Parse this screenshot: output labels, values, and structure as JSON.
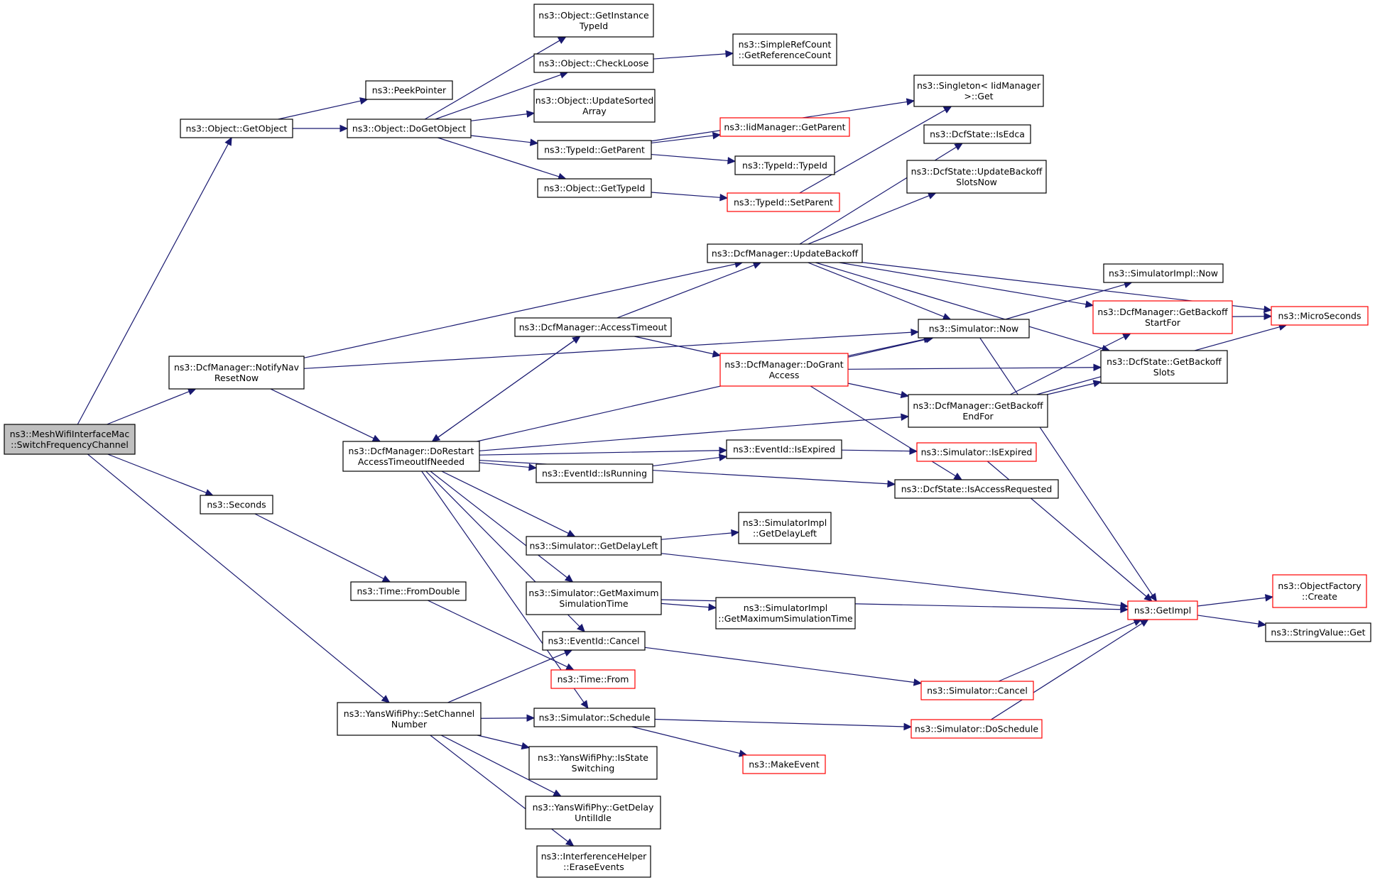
{
  "diagram": {
    "colors": {
      "edge": "#191970",
      "node_border": "#000000",
      "truncated_node_border": "#ff0000",
      "root_fill": "#bfbfbf",
      "background": "#ffffff"
    },
    "nodes": [
      {
        "id": "root",
        "lines": [
          "ns3::MeshWifiInterfaceMac",
          "::SwitchFrequencyChannel"
        ],
        "style": "root"
      },
      {
        "id": "getobject",
        "lines": [
          "ns3::Object::GetObject"
        ],
        "style": "normal"
      },
      {
        "id": "peekpointer",
        "lines": [
          "ns3::PeekPointer"
        ],
        "style": "normal"
      },
      {
        "id": "dogetobject",
        "lines": [
          "ns3::Object::DoGetObject"
        ],
        "style": "normal"
      },
      {
        "id": "getinstancetypeid",
        "lines": [
          "ns3::Object::GetInstance",
          "TypeId"
        ],
        "style": "normal"
      },
      {
        "id": "checkloose",
        "lines": [
          "ns3::Object::CheckLoose"
        ],
        "style": "normal"
      },
      {
        "id": "getreferencecount",
        "lines": [
          "ns3::SimpleRefCount",
          "::GetReferenceCount"
        ],
        "style": "normal"
      },
      {
        "id": "updatesortedarray",
        "lines": [
          "ns3::Object::UpdateSorted",
          "Array"
        ],
        "style": "normal"
      },
      {
        "id": "typeidgetparent",
        "lines": [
          "ns3::TypeId::GetParent"
        ],
        "style": "normal"
      },
      {
        "id": "objectgettypeid",
        "lines": [
          "ns3::Object::GetTypeId"
        ],
        "style": "normal"
      },
      {
        "id": "singletonget",
        "lines": [
          "ns3::Singleton< IidManager",
          ">::Get"
        ],
        "style": "normal"
      },
      {
        "id": "iidgetparent",
        "lines": [
          "ns3::IidManager::GetParent"
        ],
        "style": "truncated"
      },
      {
        "id": "typeidtypeid",
        "lines": [
          "ns3::TypeId::TypeId"
        ],
        "style": "normal"
      },
      {
        "id": "typeidsetparent",
        "lines": [
          "ns3::TypeId::SetParent"
        ],
        "style": "truncated"
      },
      {
        "id": "isedca",
        "lines": [
          "ns3::DcfState::IsEdca"
        ],
        "style": "normal"
      },
      {
        "id": "updatebackoffslotsnow",
        "lines": [
          "ns3::DcfState::UpdateBackoff",
          "SlotsNow"
        ],
        "style": "normal"
      },
      {
        "id": "updatebackoff",
        "lines": [
          "ns3::DcfManager::UpdateBackoff"
        ],
        "style": "normal"
      },
      {
        "id": "simimplnow",
        "lines": [
          "ns3::SimulatorImpl::Now"
        ],
        "style": "normal"
      },
      {
        "id": "getbackoffstartfor",
        "lines": [
          "ns3::DcfManager::GetBackoff",
          "StartFor"
        ],
        "style": "truncated"
      },
      {
        "id": "microseconds",
        "lines": [
          "ns3::MicroSeconds"
        ],
        "style": "truncated"
      },
      {
        "id": "simulatornow",
        "lines": [
          "ns3::Simulator::Now"
        ],
        "style": "normal"
      },
      {
        "id": "accesstimeout",
        "lines": [
          "ns3::DcfManager::AccessTimeout"
        ],
        "style": "normal"
      },
      {
        "id": "notifynavresetnow",
        "lines": [
          "ns3::DcfManager::NotifyNav",
          "ResetNow"
        ],
        "style": "normal"
      },
      {
        "id": "dograntaccess",
        "lines": [
          "ns3::DcfManager::DoGrant",
          "Access"
        ],
        "style": "truncated"
      },
      {
        "id": "getbackoffslots",
        "lines": [
          "ns3::DcfState::GetBackoff",
          "Slots"
        ],
        "style": "normal"
      },
      {
        "id": "getbackoffendfor",
        "lines": [
          "ns3::DcfManager::GetBackoff",
          "EndFor"
        ],
        "style": "normal"
      },
      {
        "id": "dorestart",
        "lines": [
          "ns3::DcfManager::DoRestart",
          "AccessTimeoutIfNeeded"
        ],
        "style": "normal"
      },
      {
        "id": "eventidisexpired",
        "lines": [
          "ns3::EventId::IsExpired"
        ],
        "style": "normal"
      },
      {
        "id": "simisexpired",
        "lines": [
          "ns3::Simulator::IsExpired"
        ],
        "style": "truncated"
      },
      {
        "id": "isrunning",
        "lines": [
          "ns3::EventId::IsRunning"
        ],
        "style": "normal"
      },
      {
        "id": "isaccessrequested",
        "lines": [
          "ns3::DcfState::IsAccessRequested"
        ],
        "style": "normal"
      },
      {
        "id": "seconds",
        "lines": [
          "ns3::Seconds"
        ],
        "style": "normal"
      },
      {
        "id": "getdelayleft",
        "lines": [
          "ns3::Simulator::GetDelayLeft"
        ],
        "style": "normal"
      },
      {
        "id": "simimplgetdelayleft",
        "lines": [
          "ns3::SimulatorImpl",
          "::GetDelayLeft"
        ],
        "style": "normal"
      },
      {
        "id": "getmaxsimtime",
        "lines": [
          "ns3::Simulator::GetMaximum",
          "SimulationTime"
        ],
        "style": "normal"
      },
      {
        "id": "simimplgetmaxsimtime",
        "lines": [
          "ns3::SimulatorImpl",
          "::GetMaximumSimulationTime"
        ],
        "style": "normal"
      },
      {
        "id": "getimpl",
        "lines": [
          "ns3::GetImpl"
        ],
        "style": "truncated"
      },
      {
        "id": "objectfactorycreate",
        "lines": [
          "ns3::ObjectFactory",
          "::Create"
        ],
        "style": "truncated"
      },
      {
        "id": "stringvalueget",
        "lines": [
          "ns3::StringValue::Get"
        ],
        "style": "normal"
      },
      {
        "id": "fromdouble",
        "lines": [
          "ns3::Time::FromDouble"
        ],
        "style": "normal"
      },
      {
        "id": "eventidcancel",
        "lines": [
          "ns3::EventId::Cancel"
        ],
        "style": "normal"
      },
      {
        "id": "timefrom",
        "lines": [
          "ns3::Time::From"
        ],
        "style": "truncated"
      },
      {
        "id": "simcancel",
        "lines": [
          "ns3::Simulator::Cancel"
        ],
        "style": "truncated"
      },
      {
        "id": "setchannelnumber",
        "lines": [
          "ns3::YansWifiPhy::SetChannel",
          "Number"
        ],
        "style": "normal"
      },
      {
        "id": "simschedule",
        "lines": [
          "ns3::Simulator::Schedule"
        ],
        "style": "normal"
      },
      {
        "id": "simdoschedule",
        "lines": [
          "ns3::Simulator::DoSchedule"
        ],
        "style": "truncated"
      },
      {
        "id": "isstateswitching",
        "lines": [
          "ns3::YansWifiPhy::IsState",
          "Switching"
        ],
        "style": "normal"
      },
      {
        "id": "makeevent",
        "lines": [
          "ns3::MakeEvent"
        ],
        "style": "truncated"
      },
      {
        "id": "getdelayuntilidle",
        "lines": [
          "ns3::YansWifiPhy::GetDelay",
          "UntilIdle"
        ],
        "style": "normal"
      },
      {
        "id": "eraseevents",
        "lines": [
          "ns3::InterferenceHelper",
          "::EraseEvents"
        ],
        "style": "normal"
      }
    ],
    "edges": [
      [
        "root",
        "getobject"
      ],
      [
        "root",
        "notifynavresetnow"
      ],
      [
        "root",
        "seconds"
      ],
      [
        "root",
        "setchannelnumber"
      ],
      [
        "getobject",
        "peekpointer"
      ],
      [
        "getobject",
        "dogetobject"
      ],
      [
        "dogetobject",
        "getinstancetypeid"
      ],
      [
        "dogetobject",
        "checkloose"
      ],
      [
        "dogetobject",
        "updatesortedarray"
      ],
      [
        "dogetobject",
        "typeidgetparent"
      ],
      [
        "dogetobject",
        "objectgettypeid"
      ],
      [
        "checkloose",
        "getreferencecount"
      ],
      [
        "typeidgetparent",
        "singletonget"
      ],
      [
        "typeidgetparent",
        "iidgetparent"
      ],
      [
        "typeidgetparent",
        "typeidtypeid"
      ],
      [
        "objectgettypeid",
        "typeidsetparent"
      ],
      [
        "typeidsetparent",
        "singletonget"
      ],
      [
        "notifynavresetnow",
        "updatebackoff"
      ],
      [
        "notifynavresetnow",
        "simulatornow"
      ],
      [
        "notifynavresetnow",
        "dorestart"
      ],
      [
        "updatebackoff",
        "isedca"
      ],
      [
        "updatebackoff",
        "updatebackoffslotsnow"
      ],
      [
        "updatebackoff",
        "microseconds"
      ],
      [
        "updatebackoff",
        "getbackoffstartfor"
      ],
      [
        "updatebackoff",
        "simulatornow"
      ],
      [
        "updatebackoff",
        "getbackoffslots"
      ],
      [
        "accesstimeout",
        "updatebackoff"
      ],
      [
        "accesstimeout",
        "dograntaccess"
      ],
      [
        "accesstimeout",
        "dorestart"
      ],
      [
        "dorestart",
        "accesstimeout"
      ],
      [
        "dorestart",
        "simulatornow"
      ],
      [
        "dorestart",
        "getbackoffendfor"
      ],
      [
        "dorestart",
        "eventidisexpired"
      ],
      [
        "dorestart",
        "isrunning"
      ],
      [
        "dorestart",
        "isaccessrequested"
      ],
      [
        "dorestart",
        "getdelayleft"
      ],
      [
        "dorestart",
        "getmaxsimtime"
      ],
      [
        "dorestart",
        "eventidcancel"
      ],
      [
        "dorestart",
        "simschedule"
      ],
      [
        "dograntaccess",
        "simulatornow"
      ],
      [
        "dograntaccess",
        "getbackoffslots"
      ],
      [
        "dograntaccess",
        "getbackoffendfor"
      ],
      [
        "dograntaccess",
        "isaccessrequested"
      ],
      [
        "simulatornow",
        "simimplnow"
      ],
      [
        "simulatornow",
        "getimpl"
      ],
      [
        "getbackoffstartfor",
        "microseconds"
      ],
      [
        "getbackoffendfor",
        "getbackoffstartfor"
      ],
      [
        "getbackoffendfor",
        "getbackoffslots"
      ],
      [
        "getbackoffendfor",
        "microseconds"
      ],
      [
        "isrunning",
        "eventidisexpired"
      ],
      [
        "eventidisexpired",
        "simisexpired"
      ],
      [
        "simisexpired",
        "getimpl"
      ],
      [
        "getdelayleft",
        "simimplgetdelayleft"
      ],
      [
        "getdelayleft",
        "getimpl"
      ],
      [
        "getmaxsimtime",
        "simimplgetmaxsimtime"
      ],
      [
        "getmaxsimtime",
        "getimpl"
      ],
      [
        "getimpl",
        "objectfactorycreate"
      ],
      [
        "getimpl",
        "stringvalueget"
      ],
      [
        "seconds",
        "fromdouble"
      ],
      [
        "fromdouble",
        "timefrom"
      ],
      [
        "eventidcancel",
        "simcancel"
      ],
      [
        "simcancel",
        "getimpl"
      ],
      [
        "setchannelnumber",
        "eventidcancel"
      ],
      [
        "setchannelnumber",
        "simschedule"
      ],
      [
        "setchannelnumber",
        "isstateswitching"
      ],
      [
        "setchannelnumber",
        "getdelayuntilidle"
      ],
      [
        "setchannelnumber",
        "eraseevents"
      ],
      [
        "simschedule",
        "simdoschedule"
      ],
      [
        "simschedule",
        "makeevent"
      ],
      [
        "simdoschedule",
        "getimpl"
      ]
    ]
  }
}
